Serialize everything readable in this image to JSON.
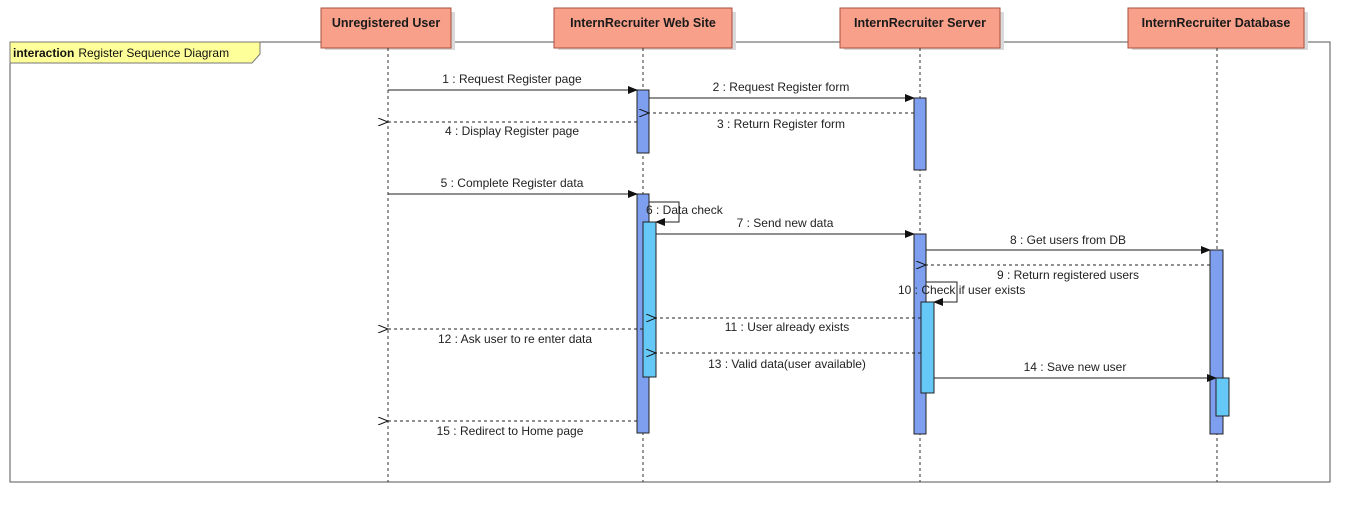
{
  "frame": {
    "keyword": "interaction",
    "name": "Register Sequence Diagram"
  },
  "lifelines": [
    {
      "id": "user",
      "name": "Unregistered User"
    },
    {
      "id": "web",
      "name": "InternRecruiter Web Site"
    },
    {
      "id": "server",
      "name": "InternRecruiter Server"
    },
    {
      "id": "db",
      "name": "InternRecruiter Database"
    }
  ],
  "messages": [
    {
      "num": "1",
      "text": "1 : Request Register page",
      "from": "user",
      "to": "web",
      "kind": "sync"
    },
    {
      "num": "2",
      "text": "2 : Request Register form",
      "from": "web",
      "to": "server",
      "kind": "sync"
    },
    {
      "num": "3",
      "text": "3 : Return Register form",
      "from": "server",
      "to": "web",
      "kind": "return"
    },
    {
      "num": "4",
      "text": "4 : Display Register page",
      "from": "web",
      "to": "user",
      "kind": "return"
    },
    {
      "num": "5",
      "text": "5 : Complete Register data",
      "from": "user",
      "to": "web",
      "kind": "sync"
    },
    {
      "num": "6",
      "text": "6 : Data check",
      "from": "web",
      "to": "web",
      "kind": "self"
    },
    {
      "num": "7",
      "text": "7 : Send new data",
      "from": "web",
      "to": "server",
      "kind": "sync"
    },
    {
      "num": "8",
      "text": "8 : Get users from DB",
      "from": "server",
      "to": "db",
      "kind": "sync"
    },
    {
      "num": "9",
      "text": "9 : Return registered users",
      "from": "db",
      "to": "server",
      "kind": "return"
    },
    {
      "num": "10",
      "text": "10 : Check if user exists",
      "from": "server",
      "to": "server",
      "kind": "self"
    },
    {
      "num": "11",
      "text": "11 : User already exists",
      "from": "server",
      "to": "web",
      "kind": "return"
    },
    {
      "num": "12",
      "text": "12 : Ask user to re enter data",
      "from": "web",
      "to": "user",
      "kind": "return"
    },
    {
      "num": "13",
      "text": "13 : Valid data(user available)",
      "from": "server",
      "to": "web",
      "kind": "return"
    },
    {
      "num": "14",
      "text": "14 : Save new user",
      "from": "server",
      "to": "db",
      "kind": "sync"
    },
    {
      "num": "15",
      "text": "15 : Redirect to Home page",
      "from": "web",
      "to": "user",
      "kind": "return"
    }
  ],
  "colors": {
    "lifeline_head": "#f9a08a",
    "activation_outer": "#7e9ff0",
    "activation_inner": "#66c8f7",
    "frame_tab": "#ffff99"
  }
}
